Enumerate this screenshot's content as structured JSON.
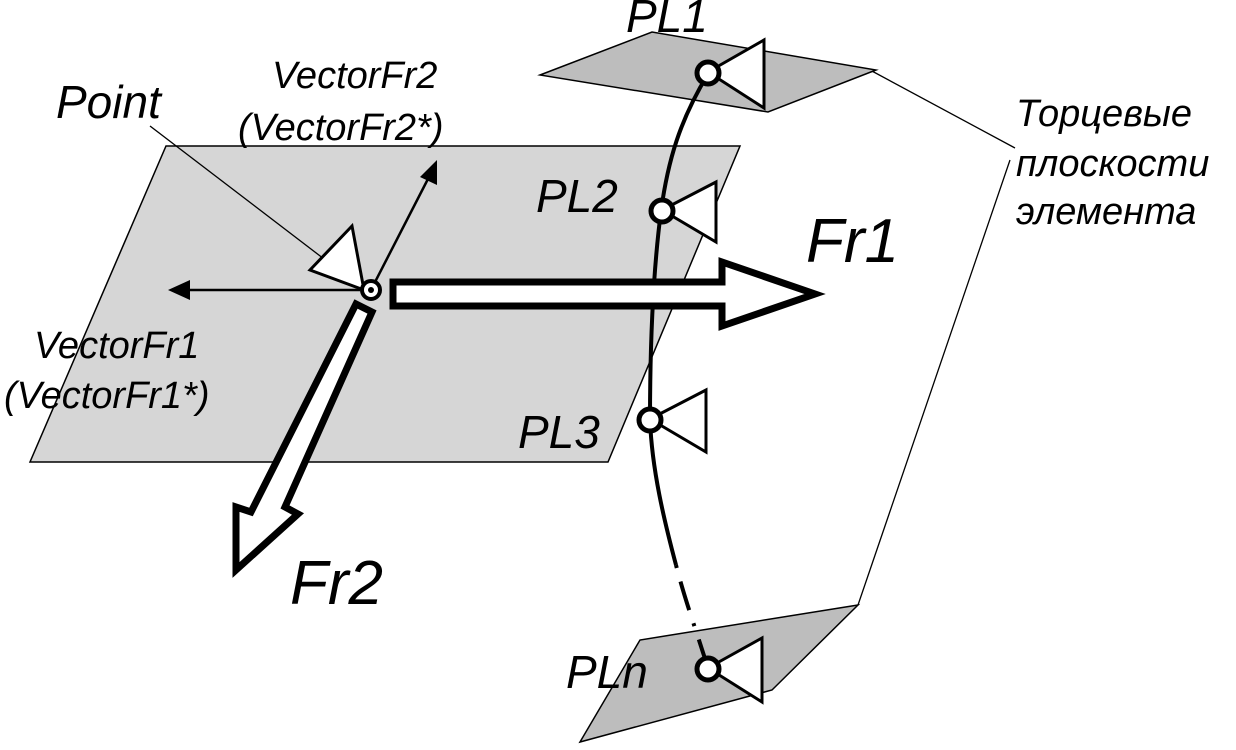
{
  "labels": {
    "point": "Point",
    "vector_fr2_line1": "VectorFr2",
    "vector_fr2_line2": "(VectorFr2*)",
    "vector_fr1_line1": "VectorFr1",
    "vector_fr1_line2": "(VectorFr1*)",
    "fr1": "Fr1",
    "fr2": "Fr2",
    "pl1": "PL1",
    "pl2": "PL2",
    "pl3": "PL3",
    "pln": "PLn",
    "end_planes_line1": "Торцевые",
    "end_planes_line2": "плоскости",
    "end_planes_line3": "элемента"
  },
  "colors": {
    "plane_fill": "#d6d6d6",
    "small_plane_fill": "#bdbdbd",
    "stroke": "#000000",
    "background": "#ffffff"
  }
}
